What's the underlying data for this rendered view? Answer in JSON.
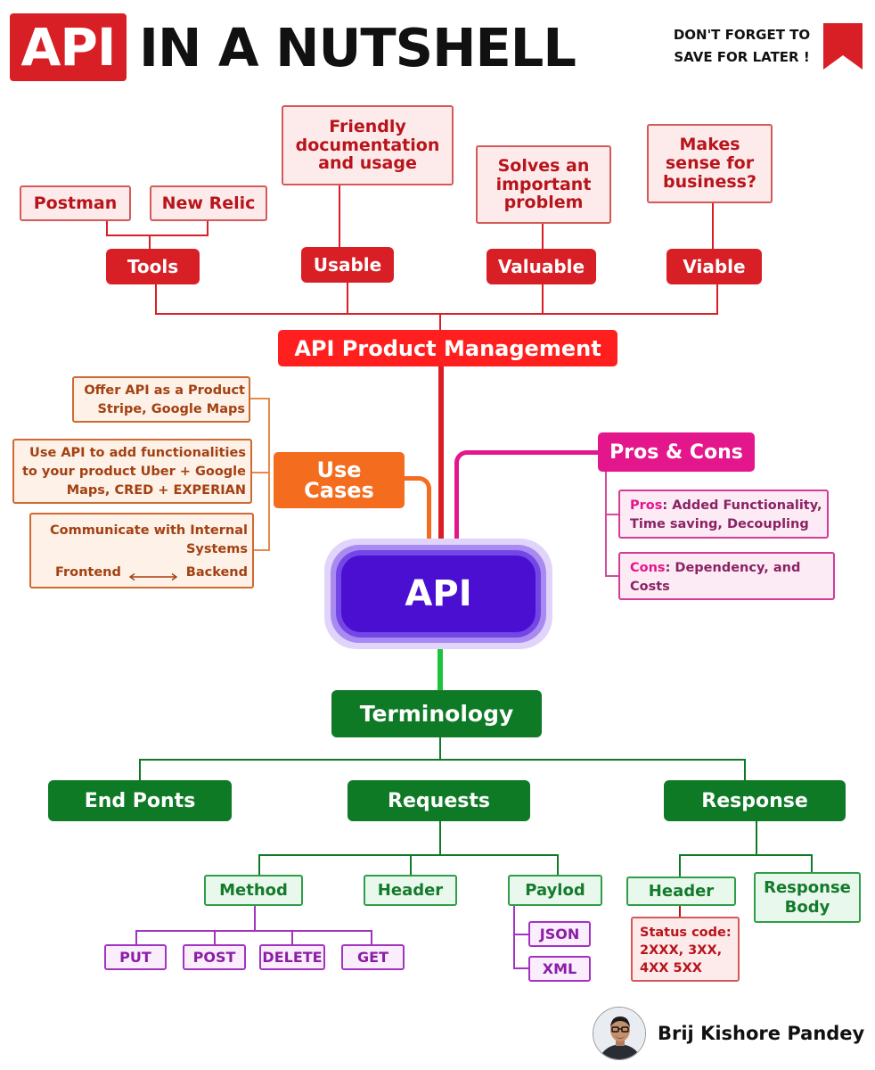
{
  "header": {
    "badge": "API",
    "title": "IN A NUTSHELL",
    "save_line1": "DON'T FORGET TO",
    "save_line2": "SAVE FOR LATER !",
    "bookmark_icon": "bookmark-icon"
  },
  "pm": {
    "label": "API Product Management",
    "tools": {
      "label": "Tools",
      "children": [
        "Postman",
        "New Relic"
      ]
    },
    "usable": {
      "label": "Usable",
      "detail": [
        "Friendly",
        "documentation",
        "and usage"
      ]
    },
    "valuable": {
      "label": "Valuable",
      "detail": [
        "Solves an",
        "important",
        "problem"
      ]
    },
    "viable": {
      "label": "Viable",
      "detail": [
        "Makes",
        "sense for",
        "business?"
      ]
    }
  },
  "center": {
    "label": "API"
  },
  "use_cases": {
    "label_line1": "Use",
    "label_line2": "Cases",
    "items": [
      {
        "lines": [
          "Offer API as a Product",
          "Stripe, Google Maps"
        ]
      },
      {
        "lines": [
          "Use API to add functionalities",
          "to your product Uber + Google",
          "Maps, CRED + EXPERIAN"
        ]
      },
      {
        "lines": [
          "Communicate with Internal",
          "Systems"
        ],
        "frontend": "Frontend",
        "backend": "Backend"
      }
    ]
  },
  "pros_cons": {
    "label": "Pros & Cons",
    "pros_key": "Pros",
    "pros_rest1": ": Added Functionality,",
    "pros_line2": "Time saving, Decoupling",
    "cons_key": "Cons",
    "cons_rest1": ": Dependency, and",
    "cons_line2": "Costs"
  },
  "terminology": {
    "label": "Terminology",
    "endpoints": "End Ponts",
    "requests": {
      "label": "Requests",
      "method": {
        "label": "Method",
        "children": [
          "PUT",
          "POST",
          "DELETE",
          "GET"
        ]
      },
      "header": "Header",
      "payload": {
        "label": "Paylod",
        "children": [
          "JSON",
          "XML"
        ]
      }
    },
    "response": {
      "label": "Response",
      "header": "Header",
      "status": [
        "Status code:",
        "2XXX, 3XX,",
        "4XX 5XX"
      ],
      "body": [
        "Response",
        "Body"
      ]
    }
  },
  "author": {
    "name": "Brij Kishore Pandey",
    "avatar_icon": "avatar-icon"
  },
  "colors": {
    "red": "#d91f26",
    "orange": "#f46d1f",
    "magenta": "#e4168c",
    "purple": "#4a0fd1",
    "green": "#0f7a26",
    "violet": "#a233c2"
  }
}
